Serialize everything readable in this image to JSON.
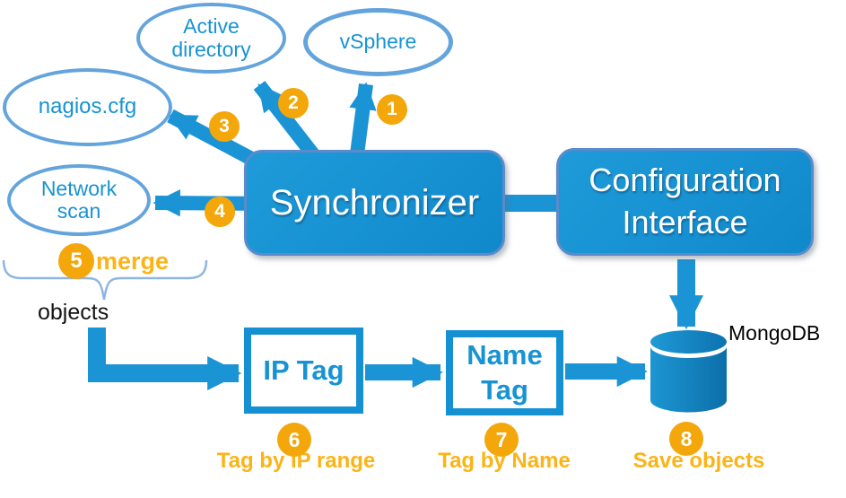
{
  "nodes": {
    "active_directory": "Active directory",
    "vsphere": "vSphere",
    "nagios": "nagios.cfg",
    "network_scan": "Network scan",
    "synchronizer": "Synchronizer",
    "config_interface": "Configuration Interface",
    "ip_tag": "IP Tag",
    "name_tag": "Name Tag",
    "mongodb": "MongoDB"
  },
  "steps": [
    "1",
    "2",
    "3",
    "4",
    "5",
    "6",
    "7",
    "8"
  ],
  "labels": {
    "merge": "merge",
    "objects": "objects",
    "tag_by_ip": "Tag by IP range",
    "tag_by_name": "Tag by Name",
    "save_objects": "Save objects"
  },
  "colors": {
    "azure_text": "#1793d3",
    "box_fill": "#1590d2",
    "box_border": "#5a8bcb",
    "ellipse_border": "#63a4dc",
    "arrow_blue": "#1b94d6",
    "badge_gold": "#f4a70b",
    "caption_gold": "#fcb316",
    "brace_blue": "#8fb6e2",
    "text_black": "#141414"
  }
}
